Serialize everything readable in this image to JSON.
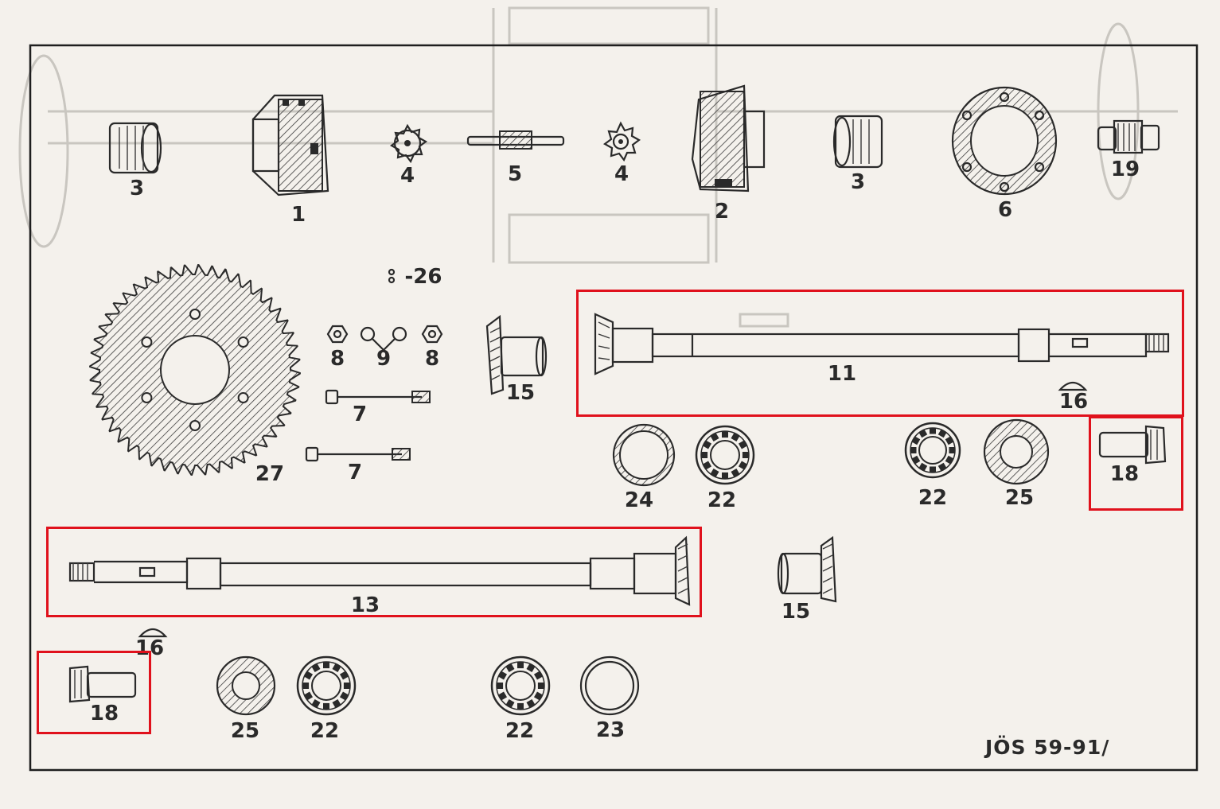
{
  "figure": {
    "reference": "JÖS 59-91/",
    "labels": {
      "p3a": "3",
      "p1": "1",
      "p4a": "4",
      "p5": "5",
      "p4b": "4",
      "p2": "2",
      "p3b": "3",
      "p6": "6",
      "p19": "19",
      "p26": "-26",
      "p27": "27",
      "p8a": "8",
      "p9": "9",
      "p8b": "8",
      "p7a": "7",
      "p7b": "7",
      "p15a": "15",
      "p11": "11",
      "p16a": "16",
      "p18a": "18",
      "p24": "24",
      "p22a": "22",
      "p22b": "22",
      "p25a": "25",
      "p13": "13",
      "p15b": "15",
      "p16b": "16",
      "p18b": "18",
      "p25b": "25",
      "p22c": "22",
      "p22d": "22",
      "p23": "23"
    },
    "highlight_color": "#e0111c",
    "highlighted_parts": [
      "11",
      "18",
      "13",
      "18"
    ]
  }
}
